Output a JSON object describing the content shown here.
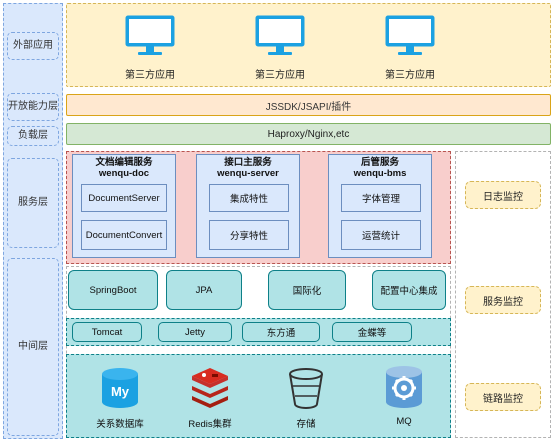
{
  "layers": {
    "external": "外部应用",
    "open": "开放能力层",
    "load": "负载层",
    "service": "服务层",
    "middle": "中间层"
  },
  "external_apps": [
    "第三方应用",
    "第三方应用",
    "第三方应用"
  ],
  "open_band": "JSSDK/JSAPI/插件",
  "load_band": "Haproxy/Nginx,etc",
  "services": [
    {
      "title": "文档编辑服务",
      "subtitle": "wenqu-doc",
      "items": [
        "DocumentServer",
        "DocumentConvert"
      ]
    },
    {
      "title": "接口主服务",
      "subtitle": "wenqu-server",
      "items": [
        "集成特性",
        "分享特性"
      ]
    },
    {
      "title": "后管服务",
      "subtitle": "wenqu-bms",
      "items": [
        "字体管理",
        "运营统计"
      ]
    }
  ],
  "frameworks": [
    "SpringBoot",
    "JPA",
    "国际化",
    "配置中心集成"
  ],
  "containers": [
    "Tomcat",
    "Jetty",
    "东方通",
    "金蝶等"
  ],
  "storage": [
    {
      "label": "关系数据库",
      "icon": "mysql-icon"
    },
    {
      "label": "Redis集群",
      "icon": "redis-icon"
    },
    {
      "label": "存储",
      "icon": "bucket-icon"
    },
    {
      "label": "MQ",
      "icon": "mq-gear-icon"
    }
  ],
  "monitoring": [
    "日志监控",
    "服务监控",
    "链路监控"
  ],
  "colors": {
    "blue": "#dae8fc",
    "yellow": "#fff2cc",
    "orange": "#ffe6cc",
    "green": "#d5e8d4",
    "red": "#f8cecc",
    "teal": "#b0e3e6",
    "monitor_blue": "#1ba1e2"
  }
}
